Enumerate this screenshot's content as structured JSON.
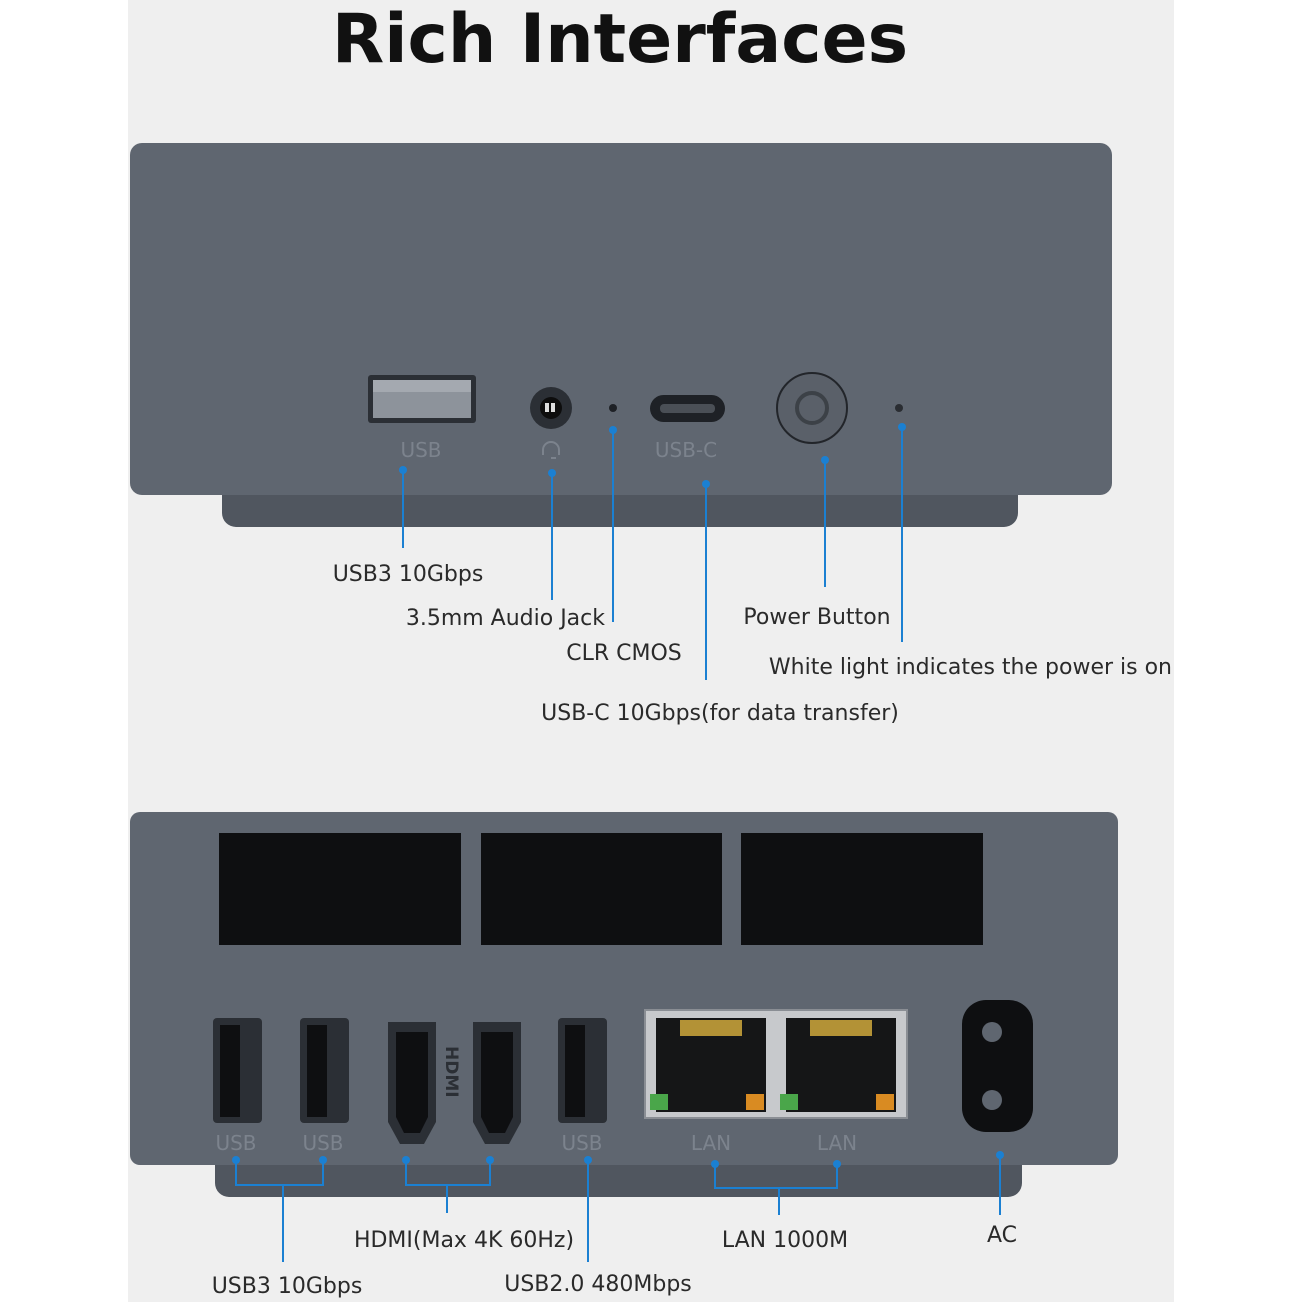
{
  "title": "Rich Interfaces",
  "colors": {
    "body": "#5f6670",
    "base": "#50565f",
    "callout": "#1b80d2",
    "background": "#efefef"
  },
  "front": {
    "device_labels": {
      "usb": "USB",
      "usb_c": "USB-C",
      "audio_icon": "headphone-icon"
    },
    "callouts": {
      "usb": "USB3 10Gbps",
      "audio": "3.5mm Audio Jack",
      "clr": "CLR CMOS",
      "usbc": "USB-C 10Gbps(for data transfer)",
      "power": "Power Button",
      "led": "White light indicates the power is on"
    }
  },
  "rear": {
    "device_labels": {
      "usb1": "USB",
      "usb2": "USB",
      "usb3": "USB",
      "lan1": "LAN",
      "lan2": "LAN",
      "hdmi_logo": "HDMI"
    },
    "callouts": {
      "usb3": "USB3 10Gbps",
      "hdmi": "HDMI(Max 4K 60Hz)",
      "usb2": "USB2.0 480Mbps",
      "lan": "LAN 1000M",
      "ac": "AC"
    }
  }
}
